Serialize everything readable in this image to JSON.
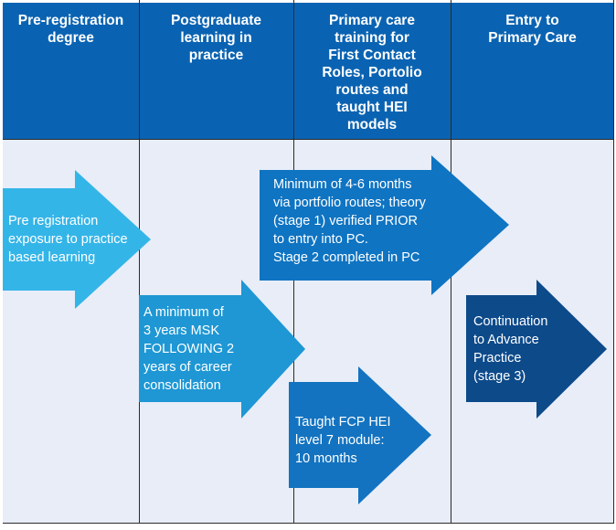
{
  "headers": [
    "Pre-registration\ndegree",
    "Postgraduate\nlearning in\npractice",
    "Primary care\ntraining for\nFirst Contact\nRoles, Portolio\nroutes and\ntaught HEI\nmodels",
    "Entry to\nPrimary Care"
  ],
  "arrows": [
    {
      "id": "pre-registration",
      "text": "Pre registration\nexposure to practice\nbased learning",
      "color": "#34b5e8"
    },
    {
      "id": "postgraduate",
      "text": "A minimum of\n3 years MSK\nFOLLOWING 2\nyears of career\nconsolidation",
      "color": "#1e97d4"
    },
    {
      "id": "portfolio",
      "text": "Minimum of 4-6 months\nvia portfolio routes; theory\n(stage 1) verified PRIOR\nto entry into PC.\nStage 2 completed in  PC",
      "color": "#0f74c2"
    },
    {
      "id": "taught-hei",
      "text": "Taught FCP HEI\nlevel 7 module:\n10 months",
      "color": "#1373c0"
    },
    {
      "id": "advance-practice",
      "text": "Continuation\nto Advance\nPractice\n(stage 3)",
      "color": "#0d4a8a"
    }
  ],
  "colors": {
    "header_bg": "#0a63b2",
    "body_bg": "#e8edf7",
    "grid_line": "#2a2a2a"
  }
}
